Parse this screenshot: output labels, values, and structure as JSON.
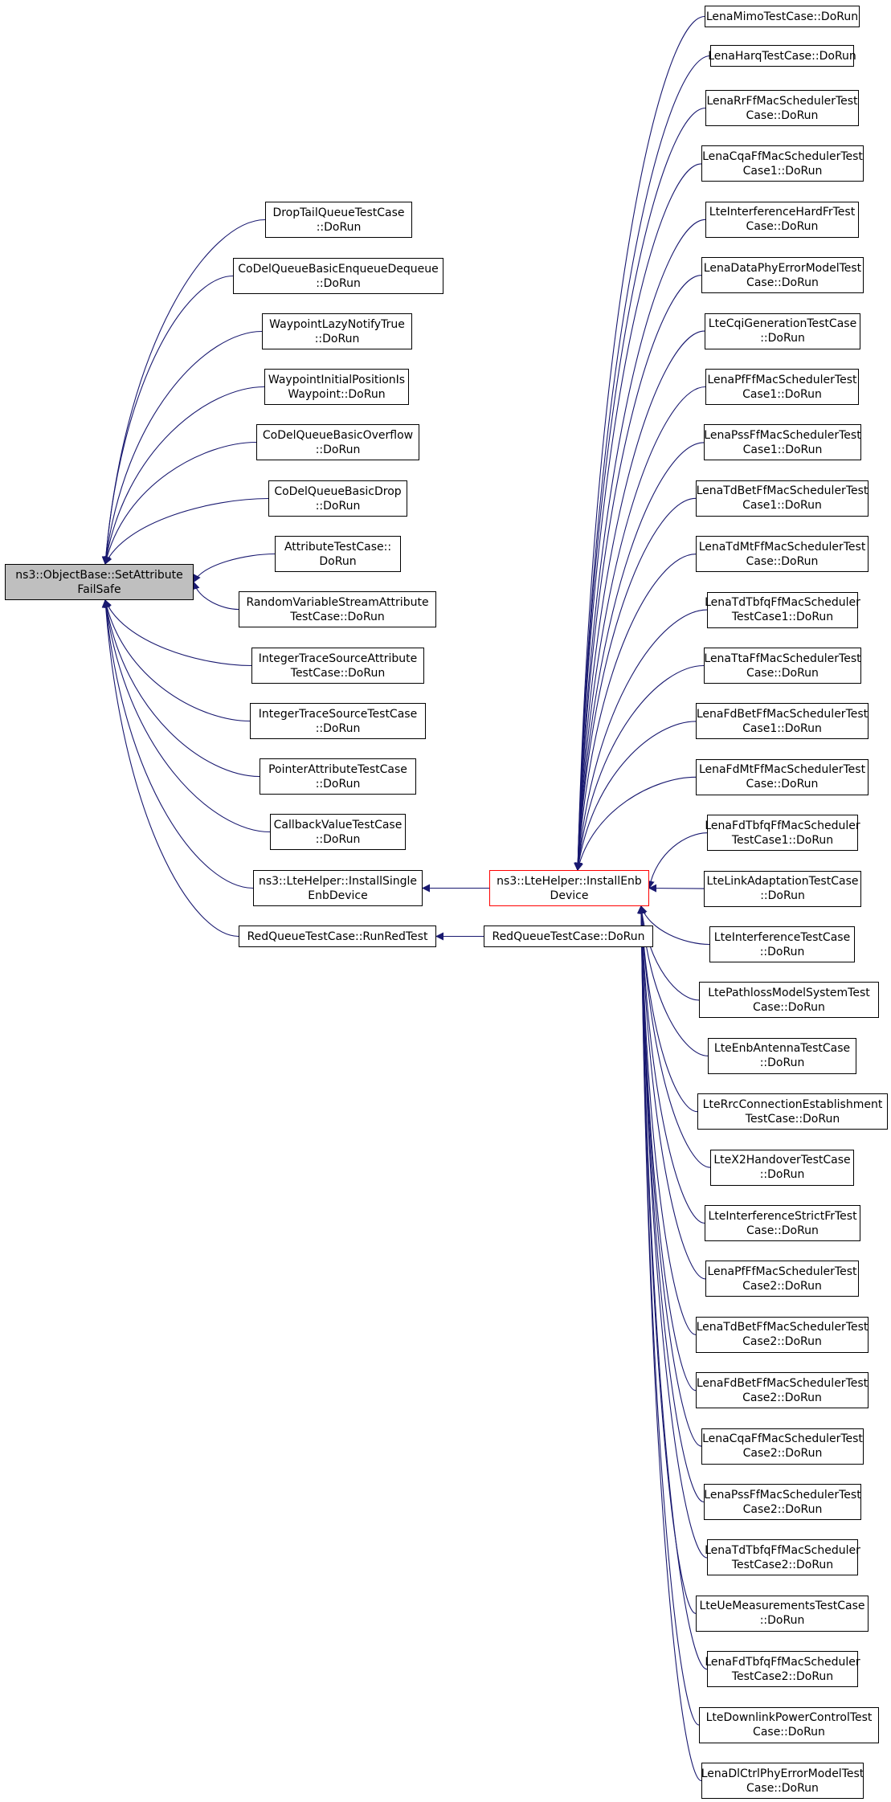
{
  "colors": {
    "edge": "#191970",
    "node_border": "#000000",
    "root_fill": "#bfbfbf",
    "highlight_border": "#ff0000"
  },
  "nodes": {
    "root": [
      "ns3::ObjectBase::SetAttribute",
      "FailSafe"
    ],
    "droptail": [
      "DropTailQueueTestCase",
      "::DoRun"
    ],
    "codel_enq": [
      "CoDelQueueBasicEnqueueDequeue",
      "::DoRun"
    ],
    "waypoint_lazy": [
      "WaypointLazyNotifyTrue",
      "::DoRun"
    ],
    "waypoint_init": [
      "WaypointInitialPositionIs",
      "Waypoint::DoRun"
    ],
    "codel_overflow": [
      "CoDelQueueBasicOverflow",
      "::DoRun"
    ],
    "codel_drop": [
      "CoDelQueueBasicDrop",
      "::DoRun"
    ],
    "attribute": [
      "AttributeTestCase::",
      "DoRun"
    ],
    "rvs_attr": [
      "RandomVariableStreamAttribute",
      "TestCase::DoRun"
    ],
    "int_trace_attr": [
      "IntegerTraceSourceAttribute",
      "TestCase::DoRun"
    ],
    "int_trace": [
      "IntegerTraceSourceTestCase",
      "::DoRun"
    ],
    "pointer": [
      "PointerAttributeTestCase",
      "::DoRun"
    ],
    "callback": [
      "CallbackValueTestCase",
      "::DoRun"
    ],
    "install_single": [
      "ns3::LteHelper::InstallSingle",
      "EnbDevice"
    ],
    "red_run": [
      "RedQueueTestCase::RunRedTest"
    ],
    "install_enb": [
      "ns3::LteHelper::InstallEnb",
      "Device"
    ],
    "red_dorun": [
      "RedQueueTestCase::DoRun"
    ],
    "c01": [
      "LenaMimoTestCase::DoRun"
    ],
    "c02": [
      "LenaHarqTestCase::DoRun"
    ],
    "c03": [
      "LenaRrFfMacSchedulerTest",
      "Case::DoRun"
    ],
    "c04": [
      "LenaCqaFfMacSchedulerTest",
      "Case1::DoRun"
    ],
    "c05": [
      "LteInterferenceHardFrTest",
      "Case::DoRun"
    ],
    "c06": [
      "LenaDataPhyErrorModelTest",
      "Case::DoRun"
    ],
    "c07": [
      "LteCqiGenerationTestCase",
      "::DoRun"
    ],
    "c08": [
      "LenaPfFfMacSchedulerTest",
      "Case1::DoRun"
    ],
    "c09": [
      "LenaPssFfMacSchedulerTest",
      "Case1::DoRun"
    ],
    "c10": [
      "LenaTdBetFfMacSchedulerTest",
      "Case1::DoRun"
    ],
    "c11": [
      "LenaTdMtFfMacSchedulerTest",
      "Case::DoRun"
    ],
    "c12": [
      "LenaTdTbfqFfMacScheduler",
      "TestCase1::DoRun"
    ],
    "c13": [
      "LenaTtaFfMacSchedulerTest",
      "Case::DoRun"
    ],
    "c14": [
      "LenaFdBetFfMacSchedulerTest",
      "Case1::DoRun"
    ],
    "c15": [
      "LenaFdMtFfMacSchedulerTest",
      "Case::DoRun"
    ],
    "c16": [
      "LenaFdTbfqFfMacScheduler",
      "TestCase1::DoRun"
    ],
    "c17": [
      "LteLinkAdaptationTestCase",
      "::DoRun"
    ],
    "c18": [
      "LteInterferenceTestCase",
      "::DoRun"
    ],
    "c19": [
      "LtePathlossModelSystemTest",
      "Case::DoRun"
    ],
    "c20": [
      "LteEnbAntennaTestCase",
      "::DoRun"
    ],
    "c21": [
      "LteRrcConnectionEstablishment",
      "TestCase::DoRun"
    ],
    "c22": [
      "LteX2HandoverTestCase",
      "::DoRun"
    ],
    "c23": [
      "LteInterferenceStrictFrTest",
      "Case::DoRun"
    ],
    "c24": [
      "LenaPfFfMacSchedulerTest",
      "Case2::DoRun"
    ],
    "c25": [
      "LenaTdBetFfMacSchedulerTest",
      "Case2::DoRun"
    ],
    "c26": [
      "LenaFdBetFfMacSchedulerTest",
      "Case2::DoRun"
    ],
    "c27": [
      "LenaCqaFfMacSchedulerTest",
      "Case2::DoRun"
    ],
    "c28": [
      "LenaPssFfMacSchedulerTest",
      "Case2::DoRun"
    ],
    "c29": [
      "LenaTdTbfqFfMacScheduler",
      "TestCase2::DoRun"
    ],
    "c30": [
      "LteUeMeasurementsTestCase",
      "::DoRun"
    ],
    "c31": [
      "LenaFdTbfqFfMacScheduler",
      "TestCase2::DoRun"
    ],
    "c32": [
      "LteDownlinkPowerControlTest",
      "Case::DoRun"
    ],
    "c33": [
      "LenaDlCtrlPhyErrorModelTest",
      "Case::DoRun"
    ]
  },
  "edges": [
    [
      "droptail",
      "root"
    ],
    [
      "codel_enq",
      "root"
    ],
    [
      "waypoint_lazy",
      "root"
    ],
    [
      "waypoint_init",
      "root"
    ],
    [
      "codel_overflow",
      "root"
    ],
    [
      "codel_drop",
      "root"
    ],
    [
      "attribute",
      "root"
    ],
    [
      "rvs_attr",
      "root"
    ],
    [
      "int_trace_attr",
      "root"
    ],
    [
      "int_trace",
      "root"
    ],
    [
      "pointer",
      "root"
    ],
    [
      "callback",
      "root"
    ],
    [
      "install_single",
      "root"
    ],
    [
      "red_run",
      "root"
    ],
    [
      "install_enb",
      "install_single"
    ],
    [
      "red_dorun",
      "red_run"
    ],
    [
      "c01",
      "install_enb"
    ],
    [
      "c02",
      "install_enb"
    ],
    [
      "c03",
      "install_enb"
    ],
    [
      "c04",
      "install_enb"
    ],
    [
      "c05",
      "install_enb"
    ],
    [
      "c06",
      "install_enb"
    ],
    [
      "c07",
      "install_enb"
    ],
    [
      "c08",
      "install_enb"
    ],
    [
      "c09",
      "install_enb"
    ],
    [
      "c10",
      "install_enb"
    ],
    [
      "c11",
      "install_enb"
    ],
    [
      "c12",
      "install_enb"
    ],
    [
      "c13",
      "install_enb"
    ],
    [
      "c14",
      "install_enb"
    ],
    [
      "c15",
      "install_enb"
    ],
    [
      "c16",
      "install_enb"
    ],
    [
      "c17",
      "install_enb"
    ],
    [
      "c18",
      "install_enb"
    ],
    [
      "c19",
      "install_enb"
    ],
    [
      "c20",
      "install_enb"
    ],
    [
      "c21",
      "install_enb"
    ],
    [
      "c22",
      "install_enb"
    ],
    [
      "c23",
      "install_enb"
    ],
    [
      "c24",
      "install_enb"
    ],
    [
      "c25",
      "install_enb"
    ],
    [
      "c26",
      "install_enb"
    ],
    [
      "c27",
      "install_enb"
    ],
    [
      "c28",
      "install_enb"
    ],
    [
      "c29",
      "install_enb"
    ],
    [
      "c30",
      "install_enb"
    ],
    [
      "c31",
      "install_enb"
    ],
    [
      "c32",
      "install_enb"
    ],
    [
      "c33",
      "install_enb"
    ]
  ]
}
